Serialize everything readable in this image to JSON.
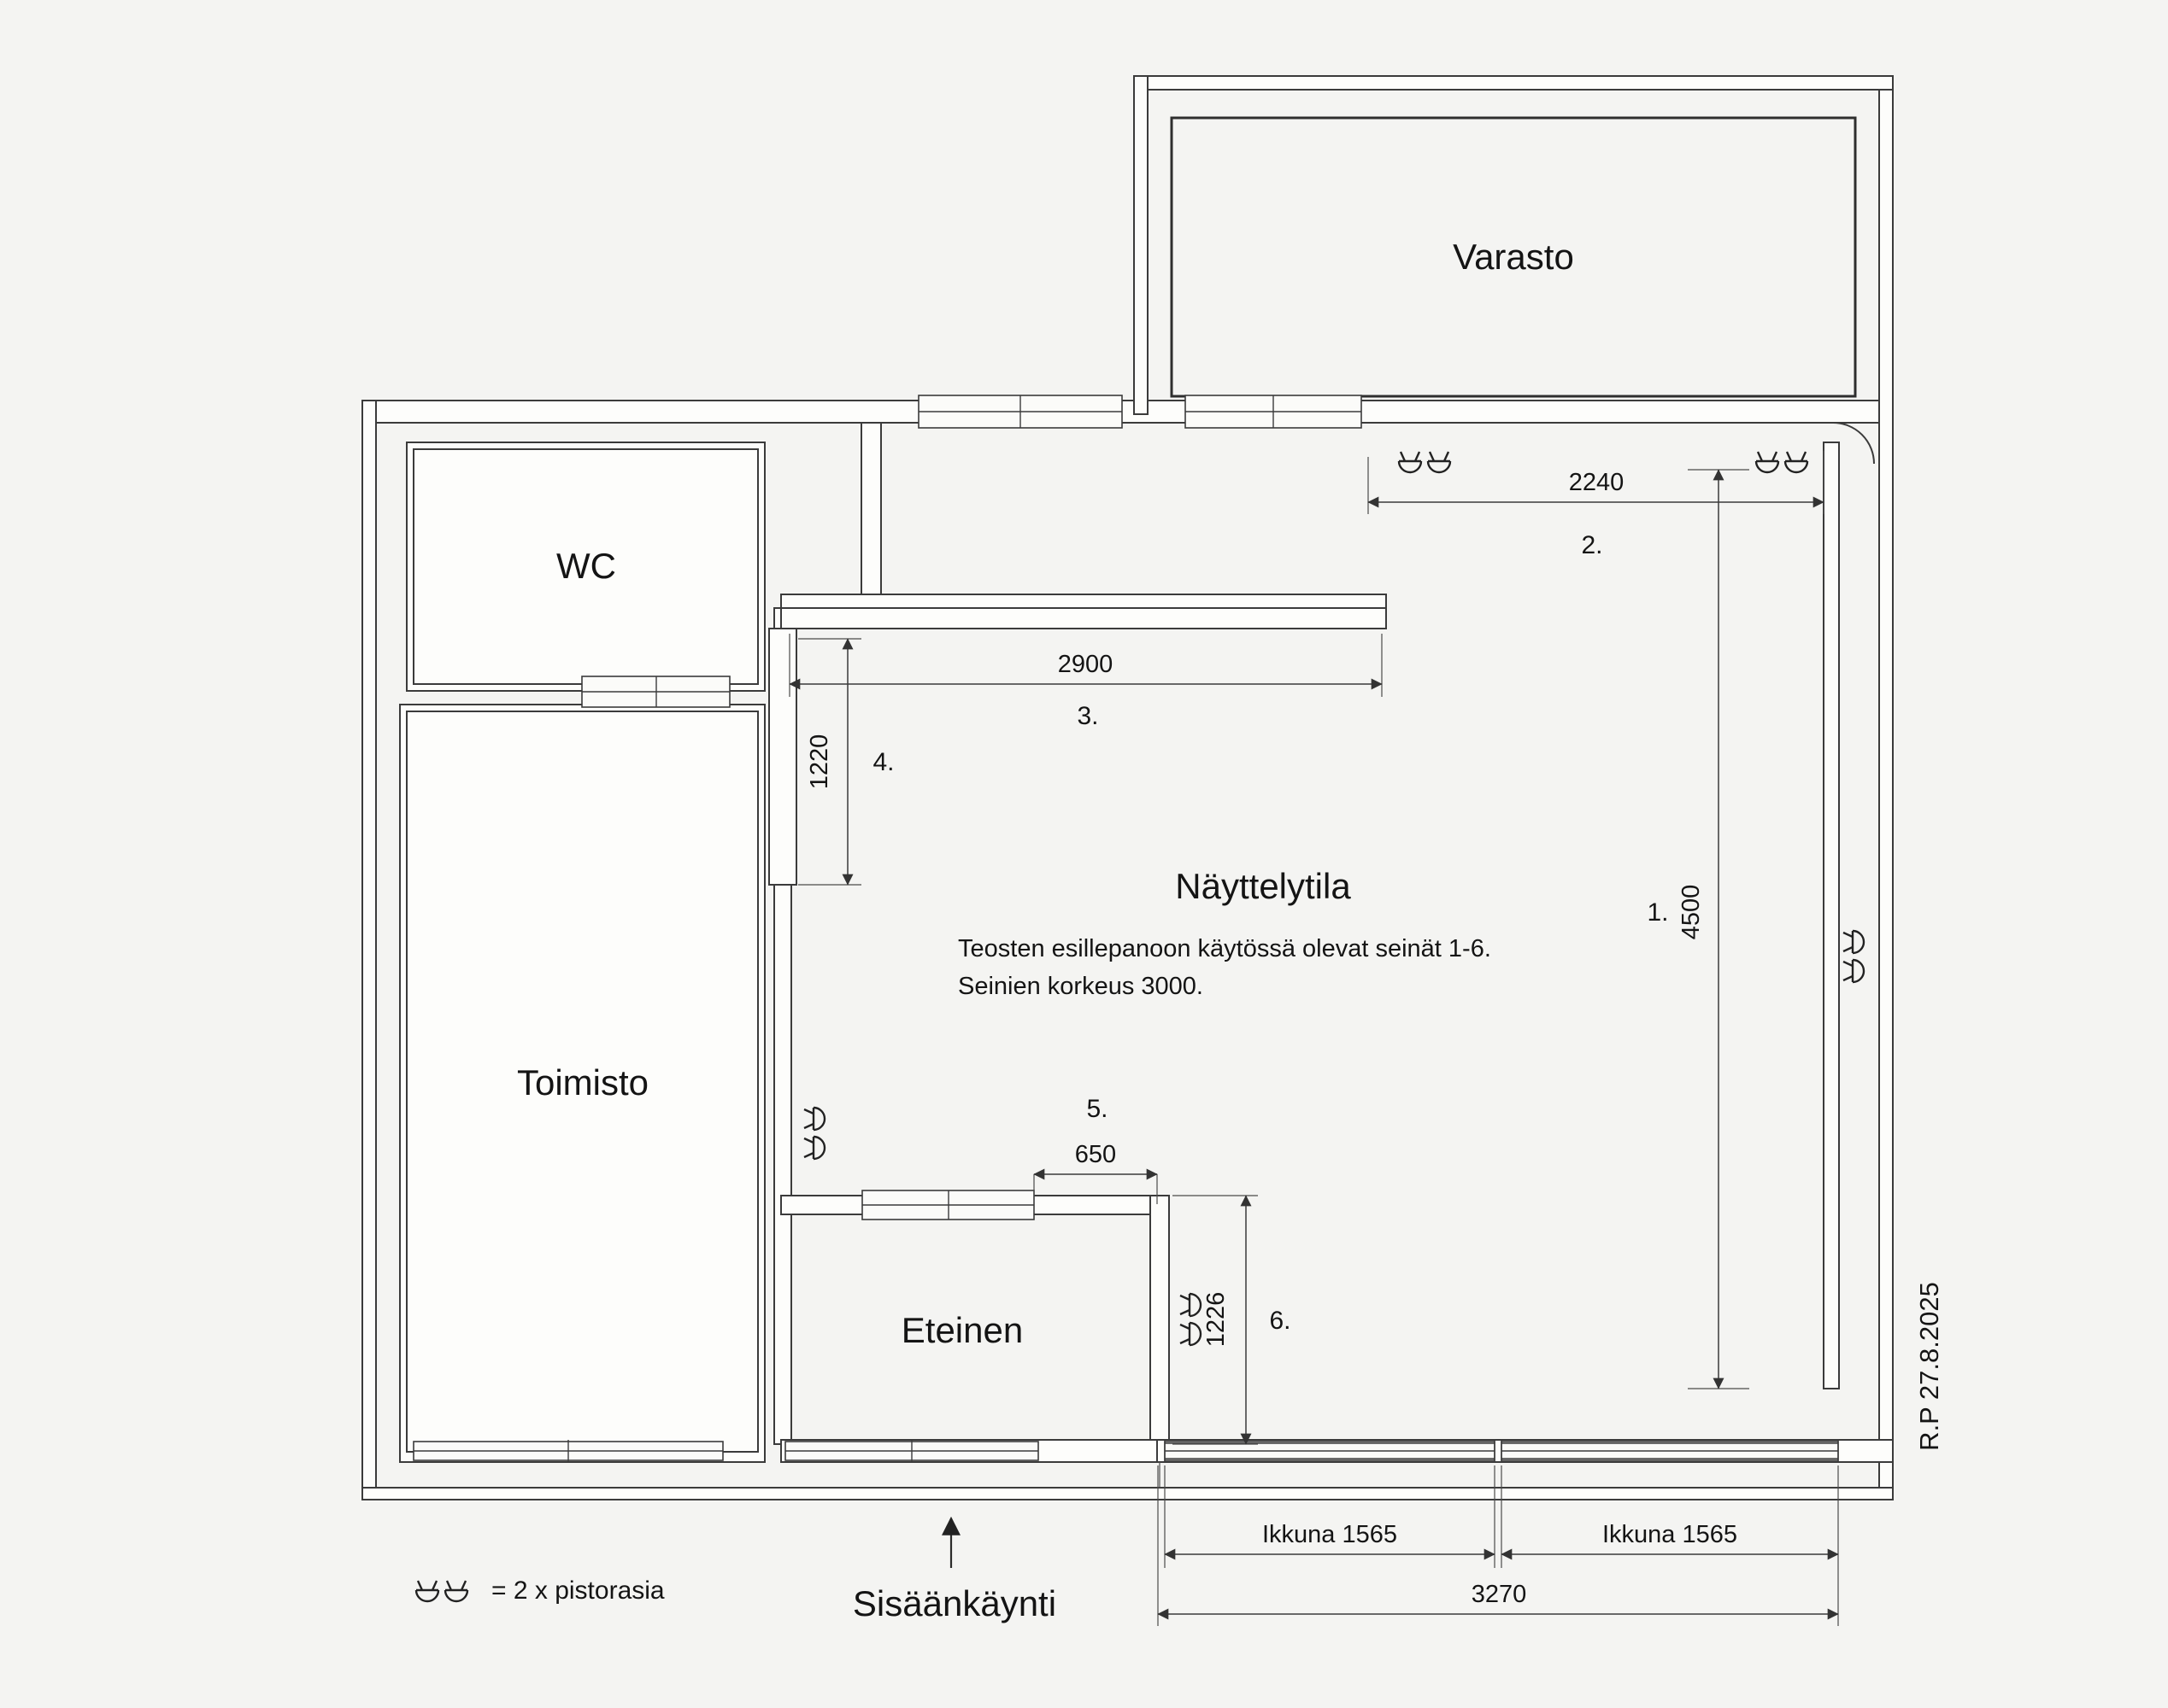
{
  "plan": {
    "rooms": {
      "varasto": "Varasto",
      "wc": "WC",
      "toimisto": "Toimisto",
      "eteinen": "Eteinen",
      "nayttelytila": "Näyttelytila"
    },
    "notes": {
      "line1": "Teosten esillepanoon käytössä olevat seinät 1-6.",
      "line2": "Seinien korkeus 3000."
    },
    "dimensions": {
      "d2240": "2240",
      "d2900": "2900",
      "d1220": "1220",
      "d4500": "4500",
      "d650": "650",
      "d1226": "1226",
      "d3270": "3270",
      "ikkuna1": "Ikkuna 1565",
      "ikkuna2": "Ikkuna 1565"
    },
    "wall_labels": {
      "w1": "1.",
      "w2": "2.",
      "w3": "3.",
      "w4": "4.",
      "w5": "5.",
      "w6": "6."
    },
    "legend": "= 2 x pistorasia",
    "entrance": "Sisäänkäynti",
    "stamp": "R.P 27.8.2025"
  },
  "colors": {
    "background": "#f4f4f2",
    "line": "#3b3b3b"
  }
}
